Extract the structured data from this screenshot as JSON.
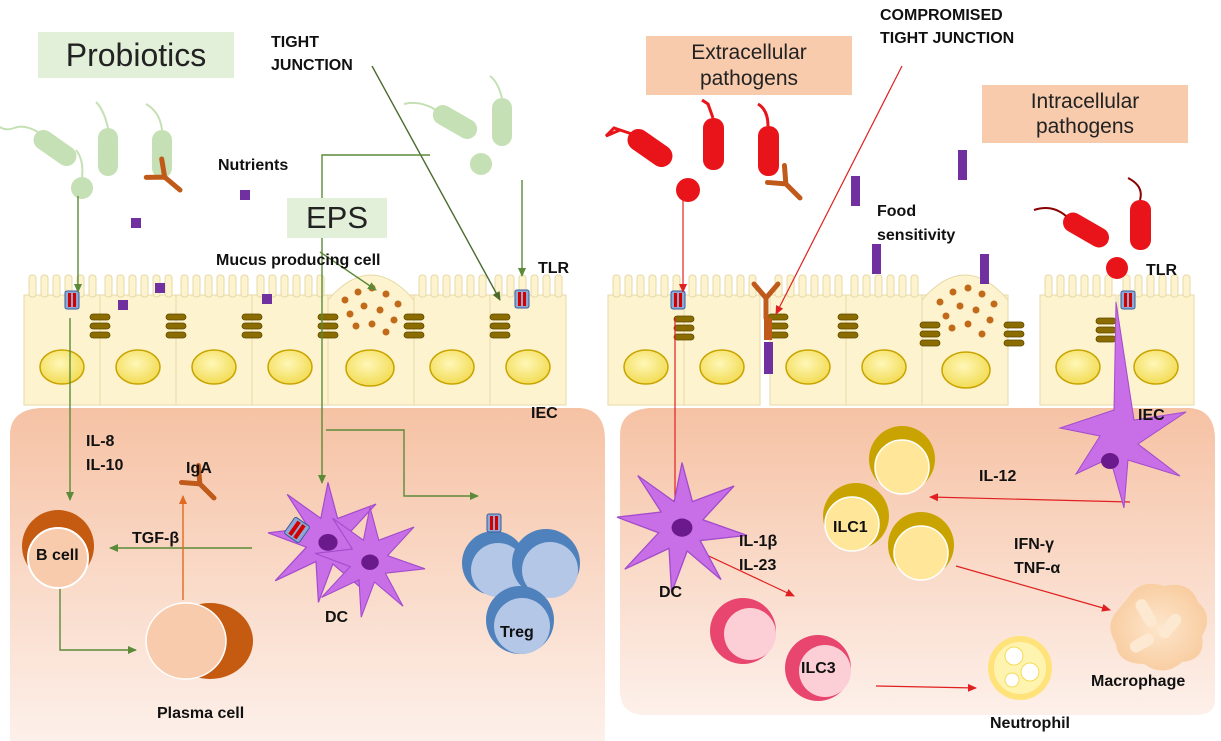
{
  "left_panel": {
    "probiotics_label": "Probiotics",
    "eps_label": "EPS",
    "tight_junction_label": [
      "TIGHT",
      "JUNCTION"
    ],
    "nutrients_label": "Nutrients",
    "mucus_cell_label": "Mucus producing cell",
    "tlr_label": "TLR",
    "iec_label": "IEC",
    "il_labels": [
      "IL-8",
      "IL-10"
    ],
    "iga_label": "IgA",
    "tgf_label": "TGF-β",
    "b_cell_label": "B cell",
    "plasma_cell_label": "Plasma cell",
    "dc_label": "DC",
    "treg_label": "Treg"
  },
  "right_panel": {
    "extracellular_label": [
      "Extracellular",
      "pathogens"
    ],
    "compromised_label": [
      "COMPROMISED",
      "TIGHT JUNCTION"
    ],
    "intracellular_label": [
      "Intracellular",
      "pathogens"
    ],
    "food_sensitivity_label": [
      "Food",
      "sensitivity"
    ],
    "tlr_label": "TLR",
    "iec_label": "IEC",
    "il12_label": "IL-12",
    "ilc1_label": "ILC1",
    "ifn_labels": [
      "IFN-γ",
      "TNF-α"
    ],
    "dc_label": "DC",
    "il1_labels": [
      "IL-1β",
      "IL-23"
    ],
    "ilc3_label": "ILC3",
    "macrophage_label": "Macrophage",
    "neutrophil_label": "Neutrophil"
  },
  "colors": {
    "probiotic": "#c5e0b4",
    "pathogen": "#e8141a",
    "epithelium": "#fdf3cf",
    "lamina": "#f9cfb5",
    "green_arrow": "#5b8a38",
    "red_arrow": "#e02020",
    "antibody": "#c05a1a",
    "dc": "#c86ee6",
    "treg": "#8fb4e3",
    "ilc1": "#d9b600",
    "ilc3": "#f07aa0",
    "nutrient": "#7030a0"
  }
}
